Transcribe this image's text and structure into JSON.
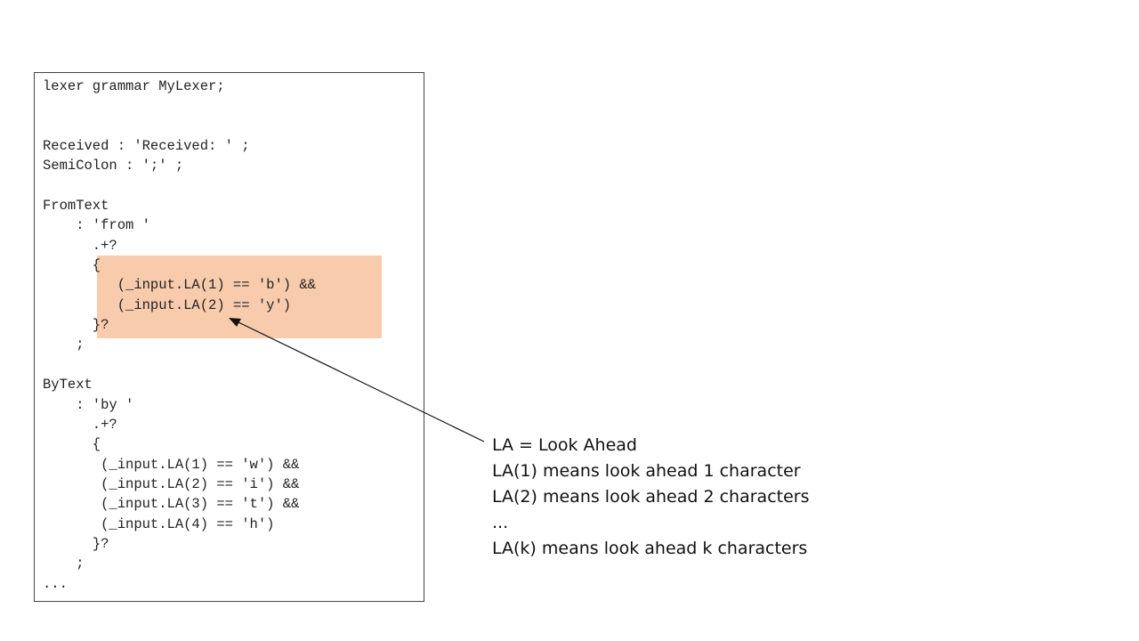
{
  "code": {
    "lines": [
      "lexer grammar MyLexer;",
      "",
      "",
      "Received : 'Received: ' ;",
      "SemiColon : ';' ;",
      "",
      "FromText",
      "    : 'from '",
      "      .+?",
      "      {",
      "         (_input.LA(1) == 'b') &&",
      "         (_input.LA(2) == 'y')",
      "      }?",
      "    ;",
      "",
      "ByText",
      "    : 'by '",
      "      .+?",
      "      {",
      "       (_input.LA(1) == 'w') &&",
      "       (_input.LA(2) == 'i') &&",
      "       (_input.LA(3) == 't') &&",
      "       (_input.LA(4) == 'h')",
      "      }?",
      "    ;",
      "..."
    ]
  },
  "highlight_color": "#f8cbad",
  "notes": {
    "lines": [
      "LA = Look Ahead",
      "LA(1) means look ahead 1 character",
      "LA(2) means look ahead 2 characters",
      "...",
      "LA(k) means look ahead k characters"
    ]
  }
}
